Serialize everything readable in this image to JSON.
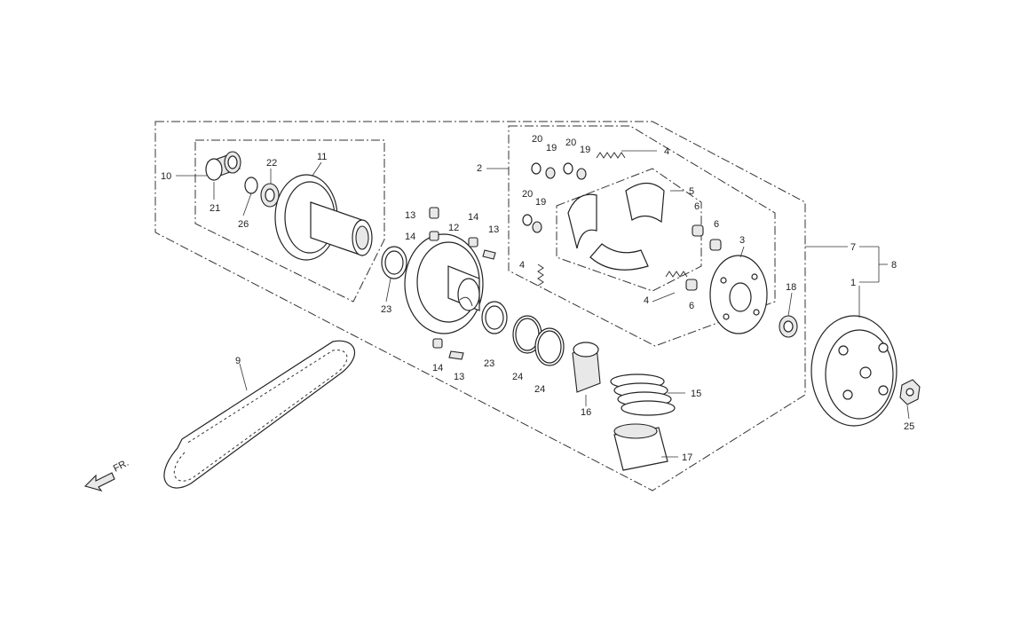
{
  "diagram": {
    "callouts": {
      "c1": "1",
      "c2": "2",
      "c3": "3",
      "c4a": "4",
      "c4b": "4",
      "c4c": "4",
      "c5": "5",
      "c6a": "6",
      "c6b": "6",
      "c6c": "6",
      "c7": "7",
      "c8": "8",
      "c9": "9",
      "c10": "10",
      "c11": "11",
      "c12": "12",
      "c13a": "13",
      "c13b": "13",
      "c13c": "13",
      "c14a": "14",
      "c14b": "14",
      "c14c": "14",
      "c15": "15",
      "c16": "16",
      "c17": "17",
      "c18": "18",
      "c19a": "19",
      "c19b": "19",
      "c19c": "19",
      "c20a": "20",
      "c20b": "20",
      "c20c": "20",
      "c21": "21",
      "c22": "22",
      "c23a": "23",
      "c23b": "23",
      "c24a": "24",
      "c24b": "24",
      "c25": "25",
      "c26": "26"
    },
    "direction_label": "FR.",
    "icons": {
      "direction": "front-arrow-icon"
    }
  }
}
